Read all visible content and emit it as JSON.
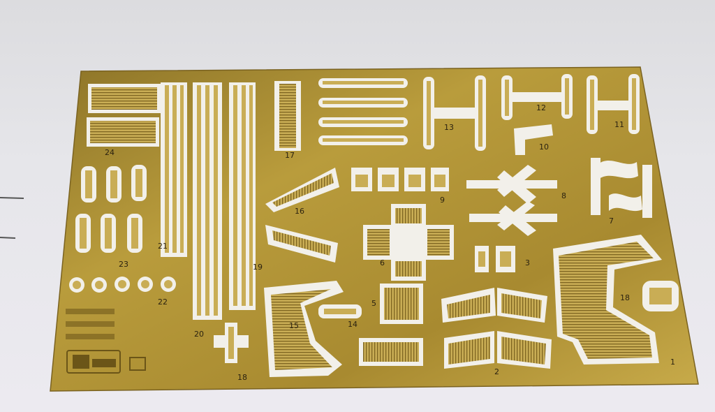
{
  "photo": {
    "subject": "photo-etched-brass-fret",
    "background_color": "#e2e2e6",
    "brass_color": "#b89a3a",
    "brass_dark": "#8a6f22",
    "cutout_color": "#f2f0ea"
  },
  "part_numbers": [
    "1",
    "2",
    "3",
    "5",
    "6",
    "7",
    "8",
    "9",
    "10",
    "11",
    "12",
    "13",
    "14",
    "15",
    "16",
    "17",
    "18",
    "19",
    "20",
    "21",
    "22",
    "23",
    "24"
  ]
}
